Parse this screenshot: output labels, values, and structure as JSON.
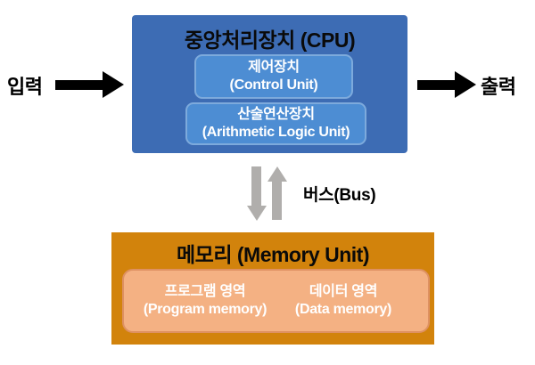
{
  "diagram": {
    "input_label": "입력",
    "output_label": "출력",
    "bus_label": "버스(Bus)",
    "cpu": {
      "title": "중앙처리장치 (CPU)",
      "control_unit": {
        "line1": "제어장치",
        "line2": "(Control Unit)"
      },
      "alu": {
        "line1": "산술연산장치",
        "line2": "(Arithmetic Logic Unit)"
      }
    },
    "memory": {
      "title": "메모리 (Memory Unit)",
      "program_area": {
        "line1": "프로그램 영역",
        "line2": "(Program memory)"
      },
      "data_area": {
        "line1": "데이터 영역",
        "line2": "(Data memory)"
      }
    },
    "colors": {
      "cpu_fill": "#3D6CB4",
      "unit_fill": "#4D8DD3",
      "unit_border": "#7DAADC",
      "memory_fill": "#D2830C",
      "memory_inner_fill": "#F4B183",
      "memory_inner_border": "#DE9162",
      "bus_arrow": "#B0AEAC",
      "io_arrow": "#000000",
      "title_text": "#0A0A0A",
      "unit_text": "#FFFFFF"
    }
  }
}
